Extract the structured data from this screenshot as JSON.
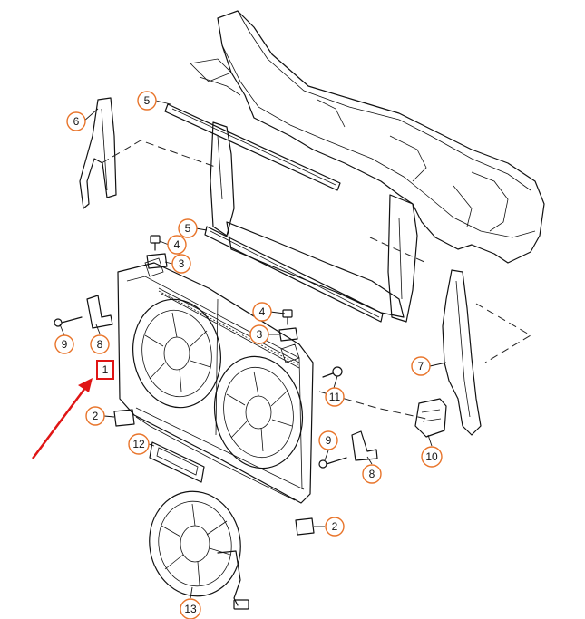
{
  "callouts": [
    {
      "id": "c5a",
      "label": "5"
    },
    {
      "id": "c6",
      "label": "6"
    },
    {
      "id": "c4a",
      "label": "4"
    },
    {
      "id": "c3a",
      "label": "3"
    },
    {
      "id": "c5b",
      "label": "5"
    },
    {
      "id": "c4b",
      "label": "4"
    },
    {
      "id": "c3b",
      "label": "3"
    },
    {
      "id": "c9a",
      "label": "9"
    },
    {
      "id": "c8a",
      "label": "8"
    },
    {
      "id": "c1",
      "label": "1"
    },
    {
      "id": "c11",
      "label": "11"
    },
    {
      "id": "c7",
      "label": "7"
    },
    {
      "id": "c2a",
      "label": "2"
    },
    {
      "id": "c9b",
      "label": "9"
    },
    {
      "id": "c12",
      "label": "12"
    },
    {
      "id": "c8b",
      "label": "8"
    },
    {
      "id": "c10",
      "label": "10"
    },
    {
      "id": "c2b",
      "label": "2"
    },
    {
      "id": "c13",
      "label": "13"
    }
  ],
  "highlight": {
    "color": "#e01515",
    "target_label": "1"
  },
  "accent_color": "#e8742a"
}
